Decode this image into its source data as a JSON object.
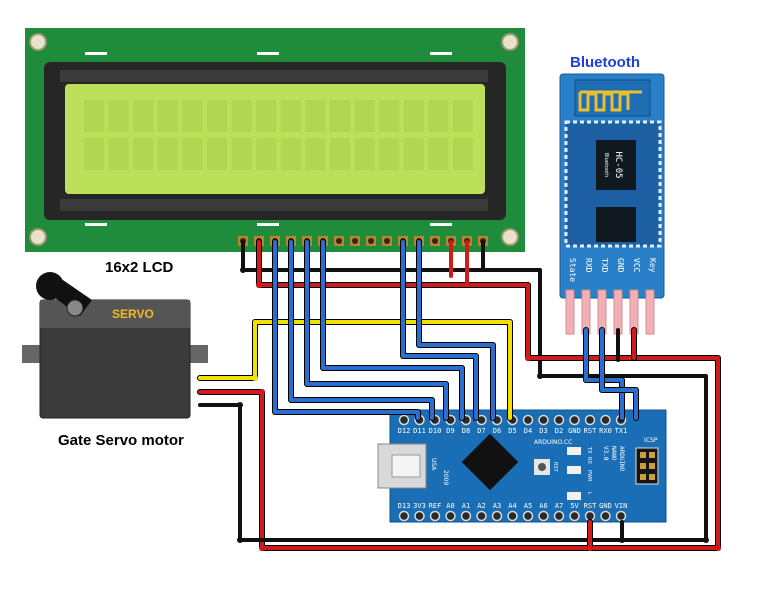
{
  "labels": {
    "lcd": "16x2 LCD",
    "bluetooth": "Bluetooth",
    "servo_caption": "Gate Servo motor",
    "servo_body": "SERVO"
  },
  "bluetooth_module": {
    "model": "HC-05",
    "sub": "Bluetooth",
    "pins": [
      "State",
      "RXD",
      "TXD",
      "GND",
      "VCC",
      "Key"
    ]
  },
  "arduino": {
    "top_pins": [
      "D12",
      "D11",
      "D10",
      "D9",
      "D8",
      "D7",
      "D6",
      "D5",
      "D4",
      "D3",
      "D2",
      "GND",
      "RST",
      "RX0",
      "TX1"
    ],
    "bottom_pins": [
      "D13",
      "3V3",
      "REF",
      "A0",
      "A1",
      "A2",
      "A3",
      "A4",
      "A5",
      "A6",
      "A7",
      "5V",
      "RST",
      "GND",
      "VIN"
    ],
    "board_text": [
      "ARDUINO",
      "NANO",
      "V3.0"
    ],
    "usb_text": "USA",
    "year": "2009",
    "brand": "ARDUINO.CC",
    "icsp": "ICSP",
    "led_labels": [
      "TX",
      "RX",
      "PWR",
      "L"
    ],
    "rst": "RST"
  },
  "colors": {
    "lcd_pcb": "#1e8c3a",
    "lcd_screen": "#bde05a",
    "arduino": "#1a6eb5",
    "bt_module": "#2a7fc9",
    "wire_red": "#d11a1a",
    "wire_black": "#1a1a1a",
    "wire_blue": "#2a6fd0",
    "wire_yellow": "#f2e000"
  }
}
